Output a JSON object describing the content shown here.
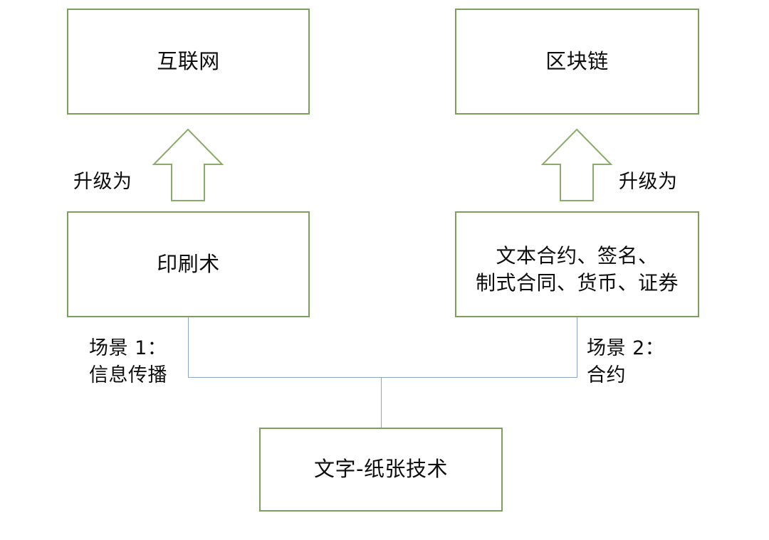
{
  "diagram": {
    "type": "flow-hierarchy",
    "orientation": "bottom-up",
    "colors": {
      "node_border": "#7ba05b",
      "node_fill": "#ffffff",
      "connector": "#8ca8c4",
      "text": "#0d0d0d",
      "background": "#ffffff"
    },
    "nodes": [
      {
        "id": "internet",
        "label": "互联网",
        "column": "left",
        "level": "top",
        "icon": "rectangle-node-icon"
      },
      {
        "id": "blockchain",
        "label": "区块链",
        "column": "right",
        "level": "top",
        "icon": "rectangle-node-icon"
      },
      {
        "id": "printing",
        "label": "印刷术",
        "column": "left",
        "level": "middle",
        "icon": "rectangle-node-icon"
      },
      {
        "id": "contracts",
        "label": "文本合约、签名、\n制式合同、货币、证券",
        "column": "right",
        "level": "middle",
        "icon": "rectangle-node-icon"
      },
      {
        "id": "paper",
        "label": "文字-纸张技术",
        "column": "center",
        "level": "bottom",
        "icon": "rectangle-node-icon"
      }
    ],
    "arrows": [
      {
        "id": "arrow-left",
        "icon": "up-block-arrow-icon",
        "caption": "升级为",
        "caption_side": "left",
        "from": "printing",
        "to": "internet"
      },
      {
        "id": "arrow-right",
        "icon": "up-block-arrow-icon",
        "caption": "升级为",
        "caption_side": "right",
        "from": "contracts",
        "to": "blockchain"
      }
    ],
    "connector_labels": [
      {
        "id": "scenario-1",
        "label": "场景 1：\n信息传播",
        "from": "paper",
        "to": "printing"
      },
      {
        "id": "scenario-2",
        "label": "场景 2：\n合约",
        "from": "paper",
        "to": "contracts"
      }
    ]
  }
}
